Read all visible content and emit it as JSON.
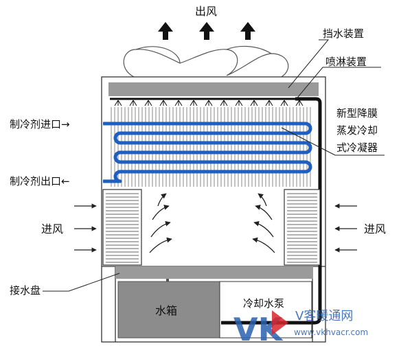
{
  "labels": {
    "air_out": "出风",
    "drift_eliminator": "挡水装置",
    "spray_device": "喷淋装置",
    "condenser_line1": "新型降膜",
    "condenser_line2": "蒸发冷却",
    "condenser_line3": "式冷凝器",
    "refrigerant_in": "制冷剂进口→",
    "refrigerant_out": "制冷剂出口←",
    "air_in_left": "进风",
    "air_in_right": "进风",
    "water_tray": "接水盘",
    "water_tank": "水箱",
    "cooling_pump": "冷却水泵"
  },
  "watermark": {
    "logo_text": "VK",
    "brand": "V客暖通网",
    "url": "www.vkhvacr.com"
  },
  "colors": {
    "pipe": "#1f5fbf",
    "water_line": "#111111",
    "panel_gray": "#9a9a9a",
    "tank_gray": "#8c8c8c",
    "logo_blue": "#2a62b0",
    "logo_red": "#d9262b"
  }
}
